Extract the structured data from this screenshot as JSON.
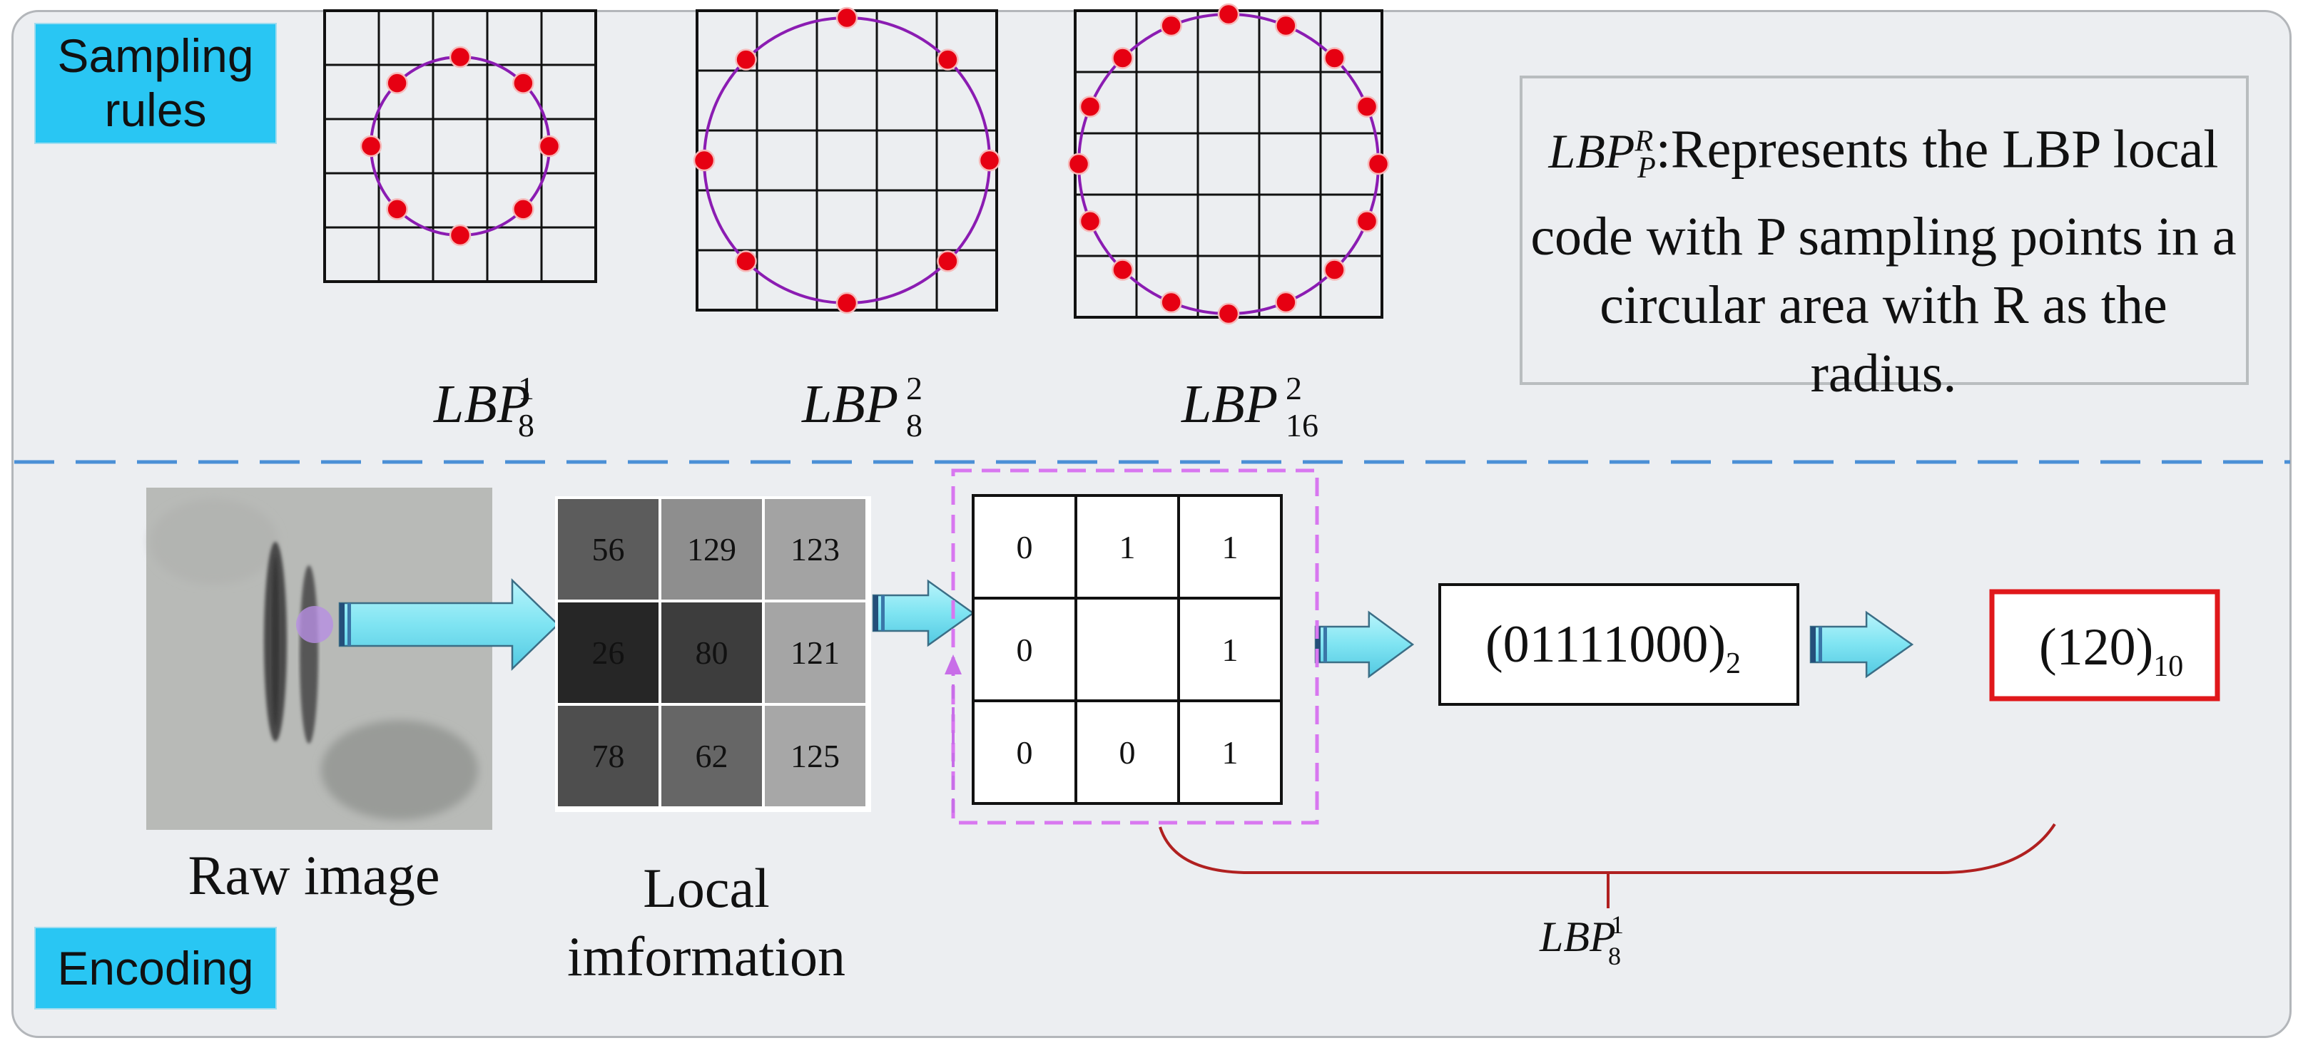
{
  "tags": {
    "sampling": "Sampling rules",
    "encoding": "Encoding"
  },
  "description": {
    "symbol": "LBP",
    "symbol_sub": "P",
    "symbol_sup": "R",
    "text": ":Represents the LBP local code with P sampling points in a circular area with R as the radius."
  },
  "sampling_labels": [
    {
      "base": "LBP",
      "sup": "1",
      "sub": "8"
    },
    {
      "base": "LBP",
      "sup": "2",
      "sub": "8"
    },
    {
      "base": "LBP",
      "sup": "2",
      "sub": "16"
    }
  ],
  "sampling_points": [
    8,
    8,
    16
  ],
  "captions": {
    "raw": "Raw image",
    "local": "Local imformation"
  },
  "local_values": [
    [
      "56",
      "129",
      "123"
    ],
    [
      "26",
      "80",
      "121"
    ],
    [
      "78",
      "62",
      "125"
    ]
  ],
  "local_shades": [
    [
      "#5c5c5c",
      "#8e8e8e",
      "#a3a3a3"
    ],
    [
      "#262626",
      "#3d3d3d",
      "#a5a5a5"
    ],
    [
      "#4e4e4e",
      "#666666",
      "#a7a7a7"
    ]
  ],
  "binary_grid": [
    [
      "0",
      "1",
      "1"
    ],
    [
      "0",
      "",
      "1"
    ],
    [
      "0",
      "0",
      "1"
    ]
  ],
  "binary_code": {
    "value": "(01111000)",
    "base": "2"
  },
  "decimal_code": {
    "value": "(120)",
    "base": "10"
  },
  "result_label": {
    "base": "LBP",
    "sup": "1",
    "sub": "8"
  },
  "colors": {
    "tag": "#29c6f3",
    "point": "#e60012",
    "circle": "#8b1cb2",
    "divider": "#4a8fd6",
    "arrow": "#7fe8f4",
    "result_border": "#e0181b",
    "brace": "#b02020"
  }
}
